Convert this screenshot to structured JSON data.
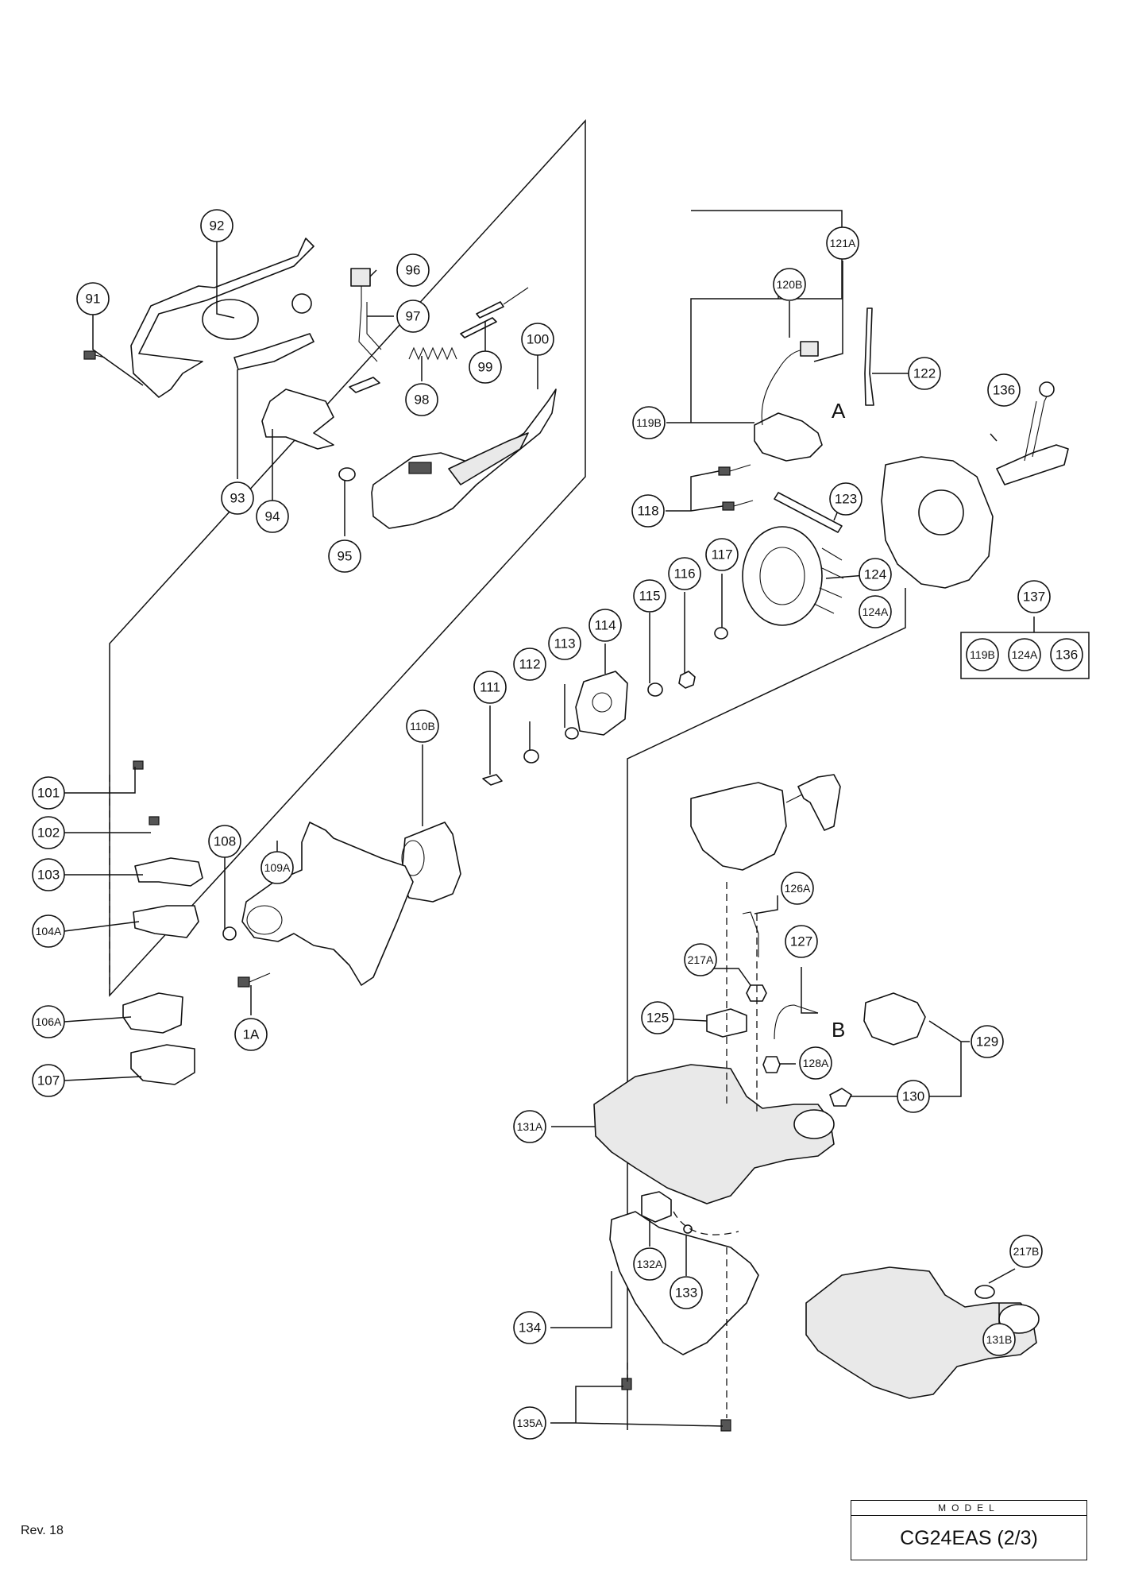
{
  "callouts": [
    {
      "label": "91"
    },
    {
      "label": "92"
    },
    {
      "label": "93"
    },
    {
      "label": "94"
    },
    {
      "label": "95"
    },
    {
      "label": "96"
    },
    {
      "label": "97"
    },
    {
      "label": "98"
    },
    {
      "label": "99"
    },
    {
      "label": "100"
    },
    {
      "label": "101"
    },
    {
      "label": "102"
    },
    {
      "label": "103"
    },
    {
      "label": "104A"
    },
    {
      "label": "106A"
    },
    {
      "label": "107"
    },
    {
      "label": "108"
    },
    {
      "label": "109A"
    },
    {
      "label": "1A"
    },
    {
      "label": "110B"
    },
    {
      "label": "111"
    },
    {
      "label": "112"
    },
    {
      "label": "113"
    },
    {
      "label": "114"
    },
    {
      "label": "115"
    },
    {
      "label": "116"
    },
    {
      "label": "117"
    },
    {
      "label": "118"
    },
    {
      "label": "119B"
    },
    {
      "label": "120B"
    },
    {
      "label": "121A"
    },
    {
      "label": "122"
    },
    {
      "label": "123"
    },
    {
      "label": "124"
    },
    {
      "label": "124A"
    },
    {
      "label": "136"
    },
    {
      "label": "137"
    },
    {
      "label": "119B"
    },
    {
      "label": "124A"
    },
    {
      "label": "136"
    },
    {
      "label": "125"
    },
    {
      "label": "126A"
    },
    {
      "label": "127"
    },
    {
      "label": "217A"
    },
    {
      "label": "128A"
    },
    {
      "label": "129"
    },
    {
      "label": "130"
    },
    {
      "label": "131A"
    },
    {
      "label": "132A"
    },
    {
      "label": "133"
    },
    {
      "label": "134"
    },
    {
      "label": "135A"
    },
    {
      "label": "217B"
    },
    {
      "label": "131B"
    }
  ],
  "letters": {
    "a": "A",
    "b": "B"
  },
  "footer": {
    "revision": "Rev. 18",
    "model_label": "MODEL",
    "model_name": "CG24EAS (2/3)"
  }
}
